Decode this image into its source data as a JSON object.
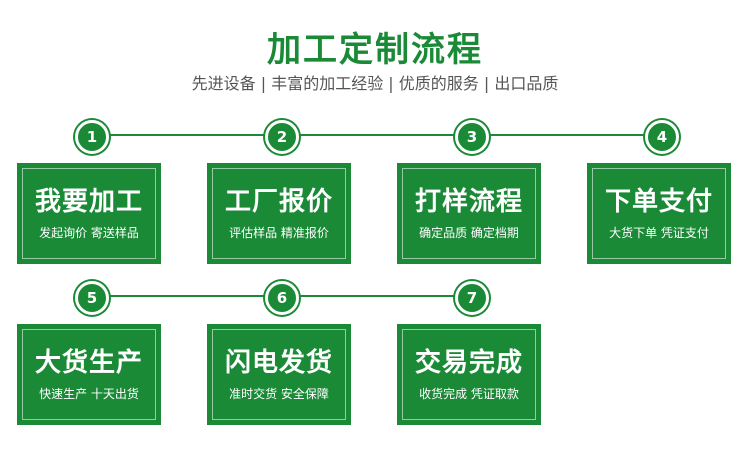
{
  "header": {
    "title": "加工定制流程",
    "subtitle": "先进设备 | 丰富的加工经验 | 优质的服务 | 出口品质"
  },
  "steps": [
    {
      "number": "1",
      "title": "我要加工",
      "desc": "发起询价 寄送样品"
    },
    {
      "number": "2",
      "title": "工厂报价",
      "desc": "评估样品 精准报价"
    },
    {
      "number": "3",
      "title": "打样流程",
      "desc": "确定品质 确定档期"
    },
    {
      "number": "4",
      "title": "下单支付",
      "desc": "大货下单 凭证支付"
    },
    {
      "number": "5",
      "title": "大货生产",
      "desc": "快速生产 十天出货"
    },
    {
      "number": "6",
      "title": "闪电发货",
      "desc": "准时交货 安全保障"
    },
    {
      "number": "7",
      "title": "交易完成",
      "desc": "收货完成 凭证取款"
    }
  ],
  "colors": {
    "accent": "#1a8a37",
    "subtitle": "#555555"
  }
}
